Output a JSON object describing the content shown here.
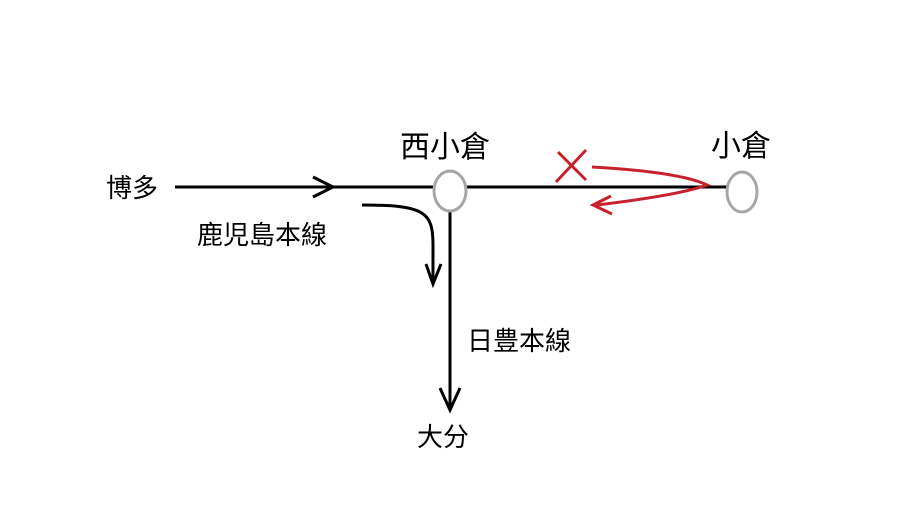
{
  "stations": {
    "nishi_kokura": "西小倉",
    "kokura": "小倉"
  },
  "destinations": {
    "hakata": "博多",
    "oita": "大分"
  },
  "lines": {
    "kagoshima": "鹿児島本線",
    "nippo": "日豊本線"
  },
  "colors": {
    "line": "#000000",
    "station_circle": "#a6a6a6",
    "prohibited": "#c8202c"
  },
  "icons": {
    "prohibited_mark": "cross-icon"
  }
}
